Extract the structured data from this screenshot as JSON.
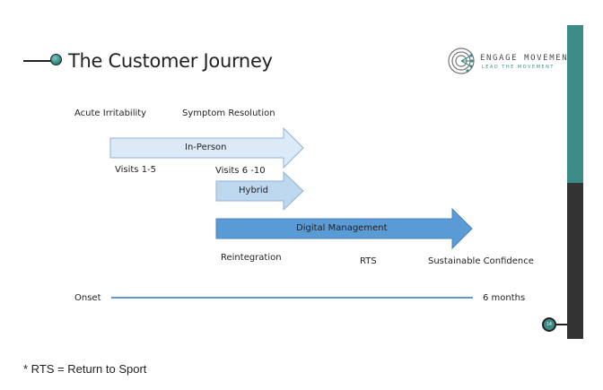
{
  "slide": {
    "title": "The Customer Journey",
    "slide_number": "14",
    "footnote": "* RTS = Return to Sport"
  },
  "logo": {
    "name": "ENGAGE MOVEMENT",
    "tagline": "LEAD THE MOVEMENT"
  },
  "stages": {
    "acute": "Acute Irritability",
    "symptom": "Symptom Resolution",
    "reintegration": "Reintegration",
    "rts": "RTS",
    "sustainable": "Sustainable Confidence"
  },
  "arrows": [
    {
      "label": "In-Person",
      "note": "Visits 1-5",
      "fill": "#dce9f6"
    },
    {
      "label": "Hybrid",
      "note": "Visits 6 -10",
      "fill": "#bdd7ee"
    },
    {
      "label": "Digital Management",
      "fill": "#5b9bd5"
    }
  ],
  "timeline": {
    "start": "Onset",
    "end": "6 months",
    "color": "#5b9bd5"
  },
  "colors": {
    "teal": "#3d8b86",
    "dark": "#333333"
  }
}
